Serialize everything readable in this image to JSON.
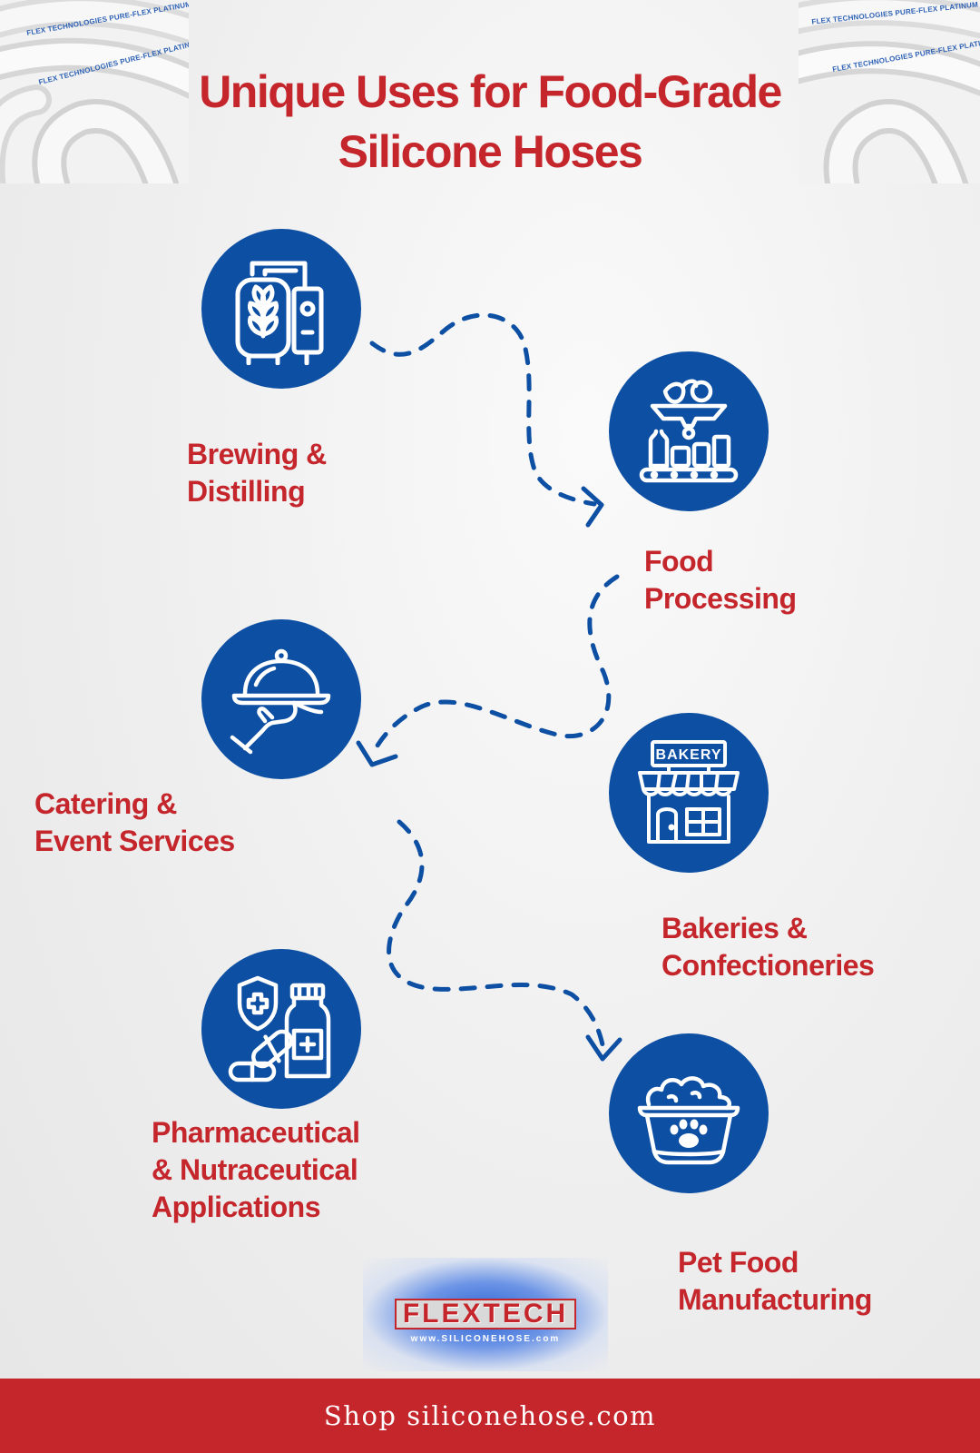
{
  "header": {
    "title_line1": "Unique Uses for Food-Grade",
    "title_line2": "Silicone Hoses",
    "hose_print": "FLEX TECHNOLOGIES PURE-FLEX PLATINUM"
  },
  "uses": [
    {
      "line1": "Brewing &",
      "line2": "Distilling",
      "line3": "",
      "icon": "brewing-tank-icon"
    },
    {
      "line1": "Food",
      "line2": "Processing",
      "line3": "",
      "icon": "food-processing-conveyor-icon"
    },
    {
      "line1": "Catering &",
      "line2": "Event Services",
      "line3": "",
      "icon": "cloche-tray-icon"
    },
    {
      "line1": "Bakeries &",
      "line2": "Confectioneries",
      "line3": "",
      "icon": "bakery-storefront-icon"
    },
    {
      "line1": "Pharmaceutical",
      "line2": "& Nutraceutical",
      "line3": "Applications",
      "icon": "medicine-bottle-icon"
    },
    {
      "line1": "Pet Food",
      "line2": "Manufacturing",
      "line3": "",
      "icon": "pet-food-bowl-icon"
    }
  ],
  "bakery_sign": "BAKERY",
  "logo": {
    "name": "FLEXTECH",
    "url": "www.SILICONEHOSE.com"
  },
  "footer": {
    "cta": "Shop siliconehose.com"
  },
  "colors": {
    "accent_red": "#c4262c",
    "icon_blue": "#0d4fa3",
    "background": "#eeeeee"
  }
}
